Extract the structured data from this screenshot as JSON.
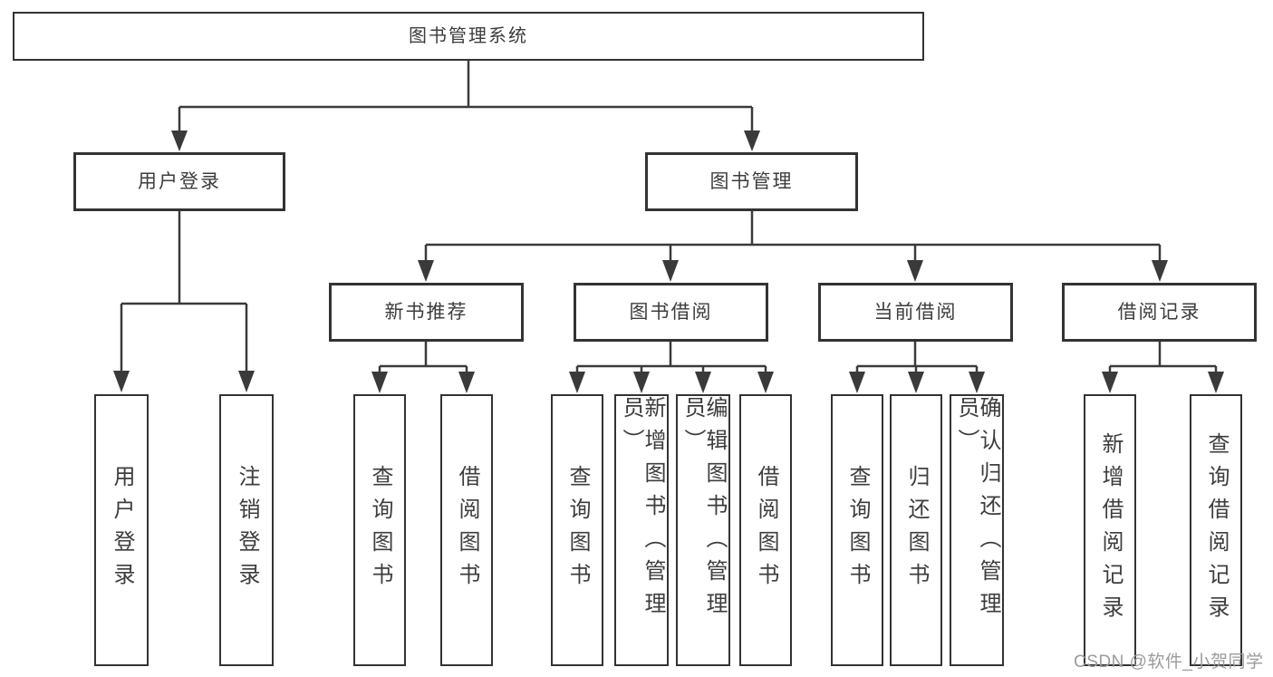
{
  "diagram": {
    "root": {
      "label": "图书管理系统"
    },
    "user_login": {
      "label": "用户登录",
      "children": [
        "用户登录",
        "注销登录"
      ]
    },
    "book_mgmt": {
      "label": "图书管理",
      "groups": [
        {
          "label": "新书推荐",
          "children": [
            "查询图书",
            "借阅图书"
          ]
        },
        {
          "label": "图书借阅",
          "children": [
            "查询图书",
            "新增图书（管理员）",
            "编辑图书（管理员）",
            "借阅图书"
          ]
        },
        {
          "label": "当前借阅",
          "children": [
            "查询图书",
            "归还图书",
            "确认归还（管理员）"
          ]
        },
        {
          "label": "借阅记录",
          "children": [
            "新增借阅记录",
            "查询借阅记录"
          ]
        }
      ]
    }
  },
  "watermark": {
    "text": "CSDN @软件_小贺同学"
  },
  "colors": {
    "line": "#3a3a3a",
    "box_border": "#333333",
    "text": "#3d3d3d",
    "watermark": "#9b9b9b",
    "background": "#ffffff"
  }
}
